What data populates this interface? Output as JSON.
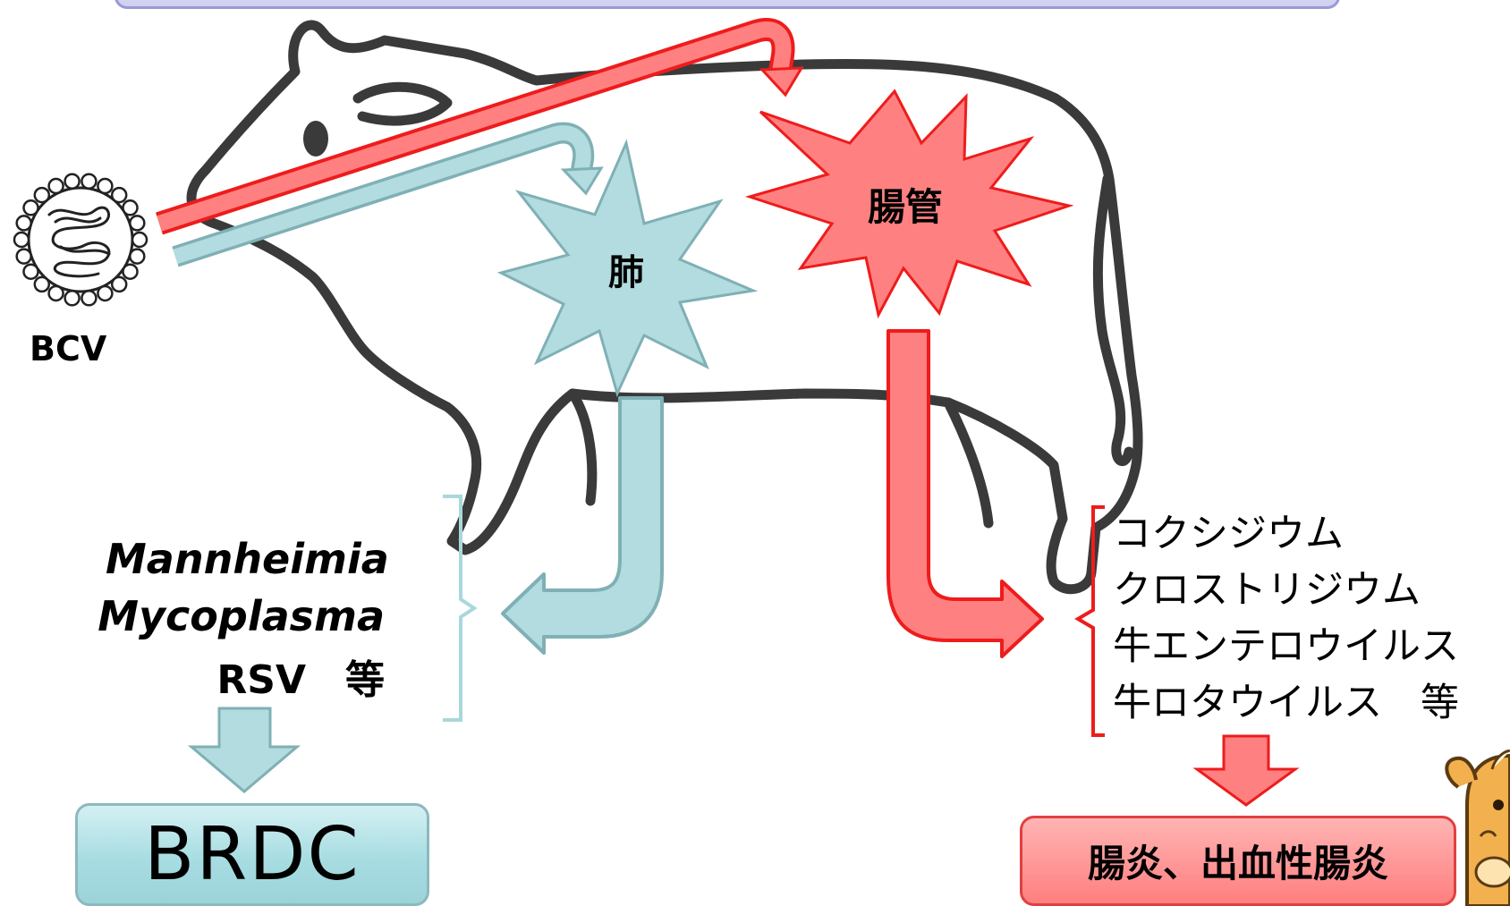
{
  "virus_label": "BCV",
  "organs": {
    "lung": "肺",
    "intestine": "腸管"
  },
  "respiratory": {
    "pathogens": [
      "Mannheimia",
      "Mycoplasma"
    ],
    "other": "RSV　等",
    "outcome": "BRDC"
  },
  "intestinal": {
    "pathogens": [
      "コクシジウム",
      "クロストリジウム",
      "牛エンテロウイルス",
      "牛ロタウイルス　等"
    ],
    "outcome": "腸炎、出血性腸炎"
  },
  "colors": {
    "respiratory_fill": "#b2dcdf",
    "respiratory_stroke": "#7fb0b5",
    "intestinal_fill": "#ff8080",
    "intestinal_stroke": "#ee1c1c",
    "cow_outline": "#3a3a3a"
  },
  "icons": [
    "coronavirus-icon",
    "cow-silhouette-icon",
    "cow-mascot-icon"
  ]
}
